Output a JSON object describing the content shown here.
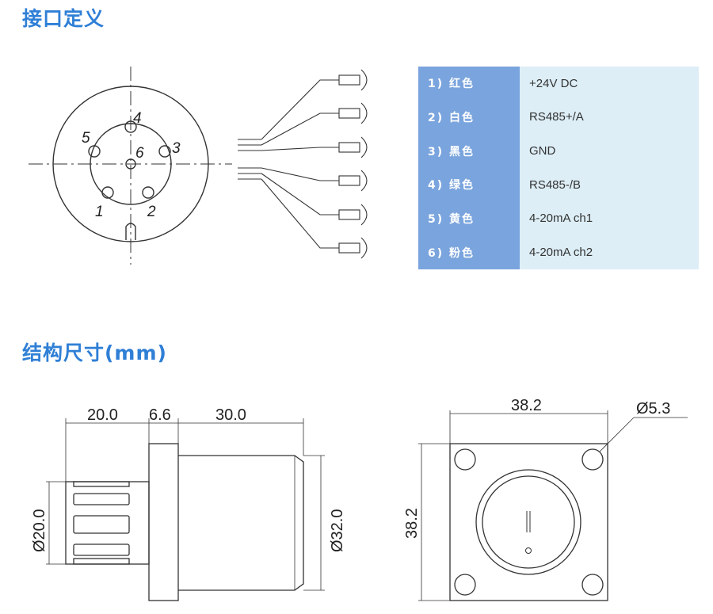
{
  "sections": {
    "interface_title": "接口定义",
    "structure_title": "结构尺寸(mm)"
  },
  "pin_diagram": {
    "pin_labels": [
      "1",
      "2",
      "3",
      "4",
      "5",
      "6"
    ]
  },
  "pin_table": [
    {
      "num": "1) 红色",
      "desc": "+24V DC"
    },
    {
      "num": "2) 白色",
      "desc": "RS485+/A"
    },
    {
      "num": "3) 黑色",
      "desc": "GND"
    },
    {
      "num": "4) 绿色",
      "desc": "RS485-/B"
    },
    {
      "num": "5) 黄色",
      "desc": "4-20mA ch1"
    },
    {
      "num": "6) 粉色",
      "desc": "4-20mA ch2"
    }
  ],
  "dimensions": {
    "side_view": {
      "len_a": "20.0",
      "len_b": "6.6",
      "len_c": "30.0",
      "dia_small": "Ø20.0",
      "dia_large": "Ø32.0"
    },
    "front_view": {
      "width": "38.2",
      "height": "38.2",
      "hole_dia": "Ø5.3"
    }
  },
  "colors": {
    "title": "#2f7fd6",
    "table_num_bg": "#7aa4dd",
    "table_desc_bg": "#ddeef6"
  }
}
